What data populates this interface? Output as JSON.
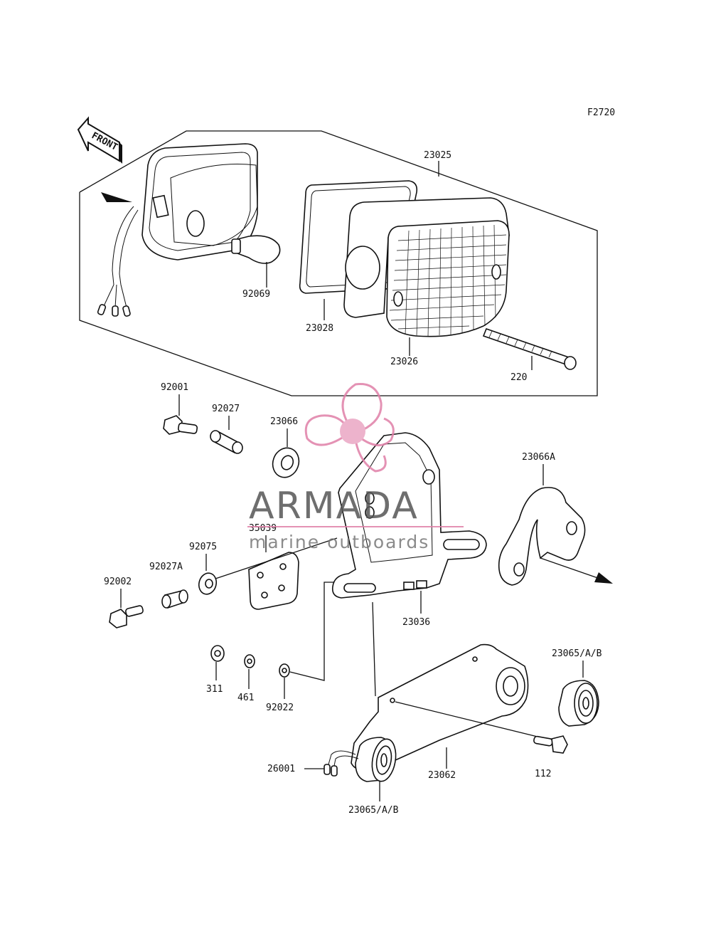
{
  "figure_code": "F2720",
  "front_label": "FRONT",
  "parts": {
    "p23025": "23025",
    "p92069": "92069",
    "p23028": "23028",
    "p23026": "23026",
    "p220": "220",
    "p92001": "92001",
    "p92027": "92027",
    "p23066": "23066",
    "p23066A": "23066A",
    "p35039": "35039",
    "p92075": "92075",
    "p92027A": "92027A",
    "p92002": "92002",
    "p23036": "23036",
    "p311": "311",
    "p461": "461",
    "p92022": "92022",
    "p23065_right": "23065/A/B",
    "p26001": "26001",
    "p23062": "23062",
    "p112": "112",
    "p23065_bottom": "23065/A/B"
  },
  "watermark": {
    "brand": "ARMADA",
    "tagline": "marine outboards",
    "accent_color": "#e07fa8",
    "text_color": "#555555"
  }
}
